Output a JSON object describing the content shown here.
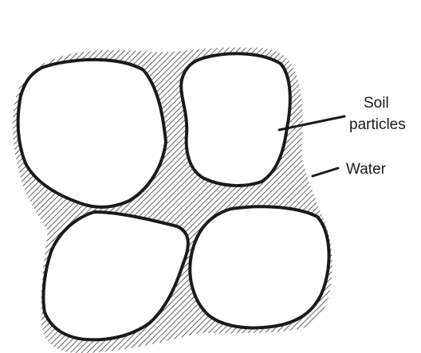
{
  "labels": {
    "soil_line1": "Soil",
    "soil_line2": "particles",
    "water": "Water"
  },
  "colors": {
    "background": "#ffffff",
    "ink": "#1a1a1a",
    "hatch": "#3a3a3a"
  }
}
